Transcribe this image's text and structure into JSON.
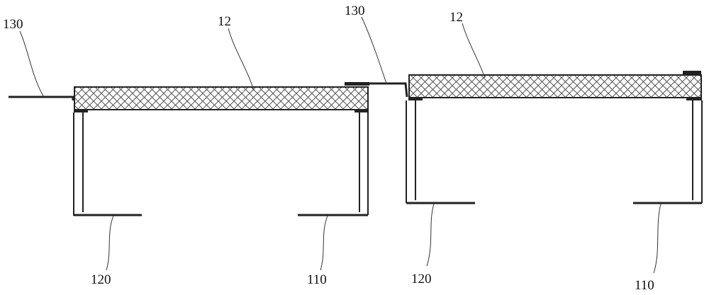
{
  "colors": {
    "line": "#222222",
    "hatch": "#555555",
    "background": "#ffffff"
  },
  "labels": {
    "left_130": "130",
    "left_12": "12",
    "left_120": "120",
    "left_110": "110",
    "mid_130": "130",
    "right_12": "12",
    "right_120": "120",
    "right_110": "110"
  }
}
